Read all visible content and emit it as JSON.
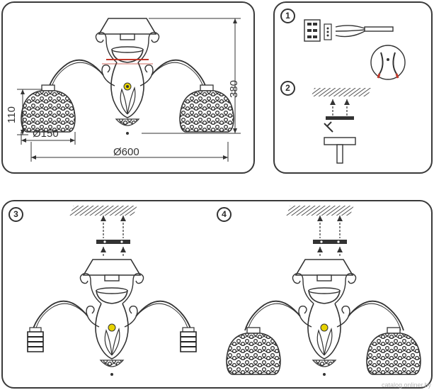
{
  "dimensions": {
    "height_total": "380",
    "shade_height": "110",
    "shade_diameter": "Ø150",
    "overall_diameter": "Ø600"
  },
  "steps": [
    "1",
    "2",
    "3",
    "4"
  ],
  "watermark": "catalog.onliner.by",
  "colors": {
    "stroke": "#3a3a3a",
    "wire_red": "#c0392b",
    "bulb_yellow": "#e6d200"
  }
}
